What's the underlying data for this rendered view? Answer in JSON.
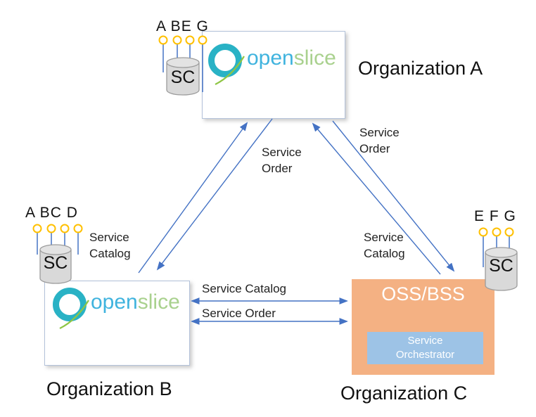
{
  "logo": {
    "open": "open",
    "slice": "slice"
  },
  "orgs": {
    "a": {
      "title": "Organization A",
      "interfaces": "A BE G",
      "sc": "SC"
    },
    "b": {
      "title": "Organization B",
      "interfaces": "A BC D",
      "sc": "SC",
      "catalog_note": "Service\nCatalog"
    },
    "c": {
      "title": "Organization C",
      "interfaces": "E F G",
      "sc": "SC",
      "system": "OSS/BSS",
      "orchestrator": "Service\nOrchestrator"
    }
  },
  "edges": {
    "order_ab": "Service\nOrder",
    "order_ac": "Service\nOrder",
    "catalog_ac": "Service\nCatalog",
    "catalog_bc": "Service Catalog",
    "order_bc": "Service Order"
  },
  "colors": {
    "arrow": "#4472c4",
    "lollipop": "#ffc000",
    "oss_bss_fill": "#f4b183",
    "orchestrator_fill": "#9dc3e6",
    "logo_teal": "#29b2c5",
    "logo_open_text": "#3fb3de",
    "logo_slice_text": "#a9d18e",
    "cylinder_fill": "#d9d9d9",
    "box_border": "#b3c2da"
  }
}
